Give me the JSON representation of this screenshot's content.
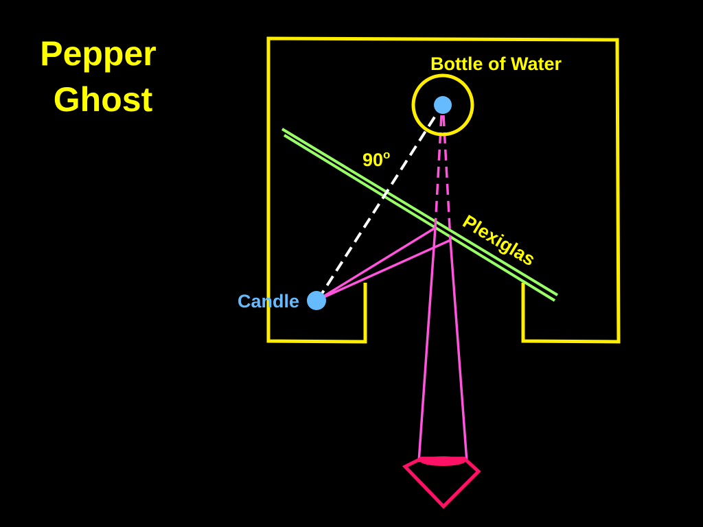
{
  "slide": {
    "title_line1": "Pepper",
    "title_line2": "Ghost"
  },
  "labels": {
    "bottle": "Bottle of Water",
    "angle_value": "90",
    "angle_unit": "o",
    "plexiglas": "Plexiglas",
    "candle": "Candle"
  },
  "colors": {
    "background": "#000000",
    "title": "#FFFF00",
    "box_outline": "#FFEE00",
    "plexiglas": "#99FF66",
    "candle_dot": "#66BBFF",
    "candle_label": "#66BBFF",
    "light_rays": "#FF55DD",
    "eye": "#FF1166",
    "reference_line": "#FFFFFF"
  },
  "icons": {
    "bottle": "bottle-of-water-circle",
    "candle": "candle-dot",
    "viewer": "eye-icon"
  }
}
